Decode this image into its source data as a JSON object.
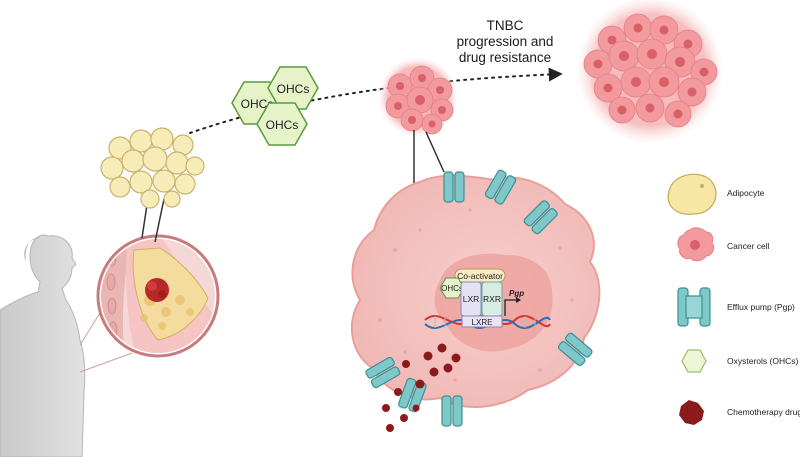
{
  "title": {
    "line1": "TNBC",
    "line2": "progression and",
    "line3": "drug resistance"
  },
  "hexagons": [
    "OHCs",
    "OHCs",
    "OHCs"
  ],
  "nucleus": {
    "coactivator": "Co-activator",
    "ohcs": "OHCs",
    "lxr": "LXR",
    "rxr": "RXR",
    "pgp": "Pgp",
    "lxre": "LXRE"
  },
  "legend": [
    {
      "icon": "adipocyte-icon",
      "label": "Adipocyte"
    },
    {
      "icon": "cancer-cell-icon",
      "label": "Cancer cell"
    },
    {
      "icon": "efflux-pump-icon",
      "label": "Efflux pump (Pgp)"
    },
    {
      "icon": "oxysterol-icon",
      "label": "Oxysterols (OHCs)"
    },
    {
      "icon": "chemotherapy-drug-icon",
      "label": "Chemotherapy drugs"
    }
  ],
  "colors": {
    "adipocyte_fill": "#f7e7a6",
    "adipocyte_stroke": "#c9ae5a",
    "cancer_fill": "#f2a0a3",
    "cancer_nucleus": "#d86066",
    "cell_body": "#f5c6c4",
    "pump_fill": "#7ec8c9",
    "pump_stroke": "#3c8f91",
    "hex_fill": "#e6f3c9",
    "hex_stroke": "#5c9a3c",
    "drug": "#8b1a1a",
    "dna_red": "#d9342b",
    "dna_blue": "#2c6fb5"
  }
}
